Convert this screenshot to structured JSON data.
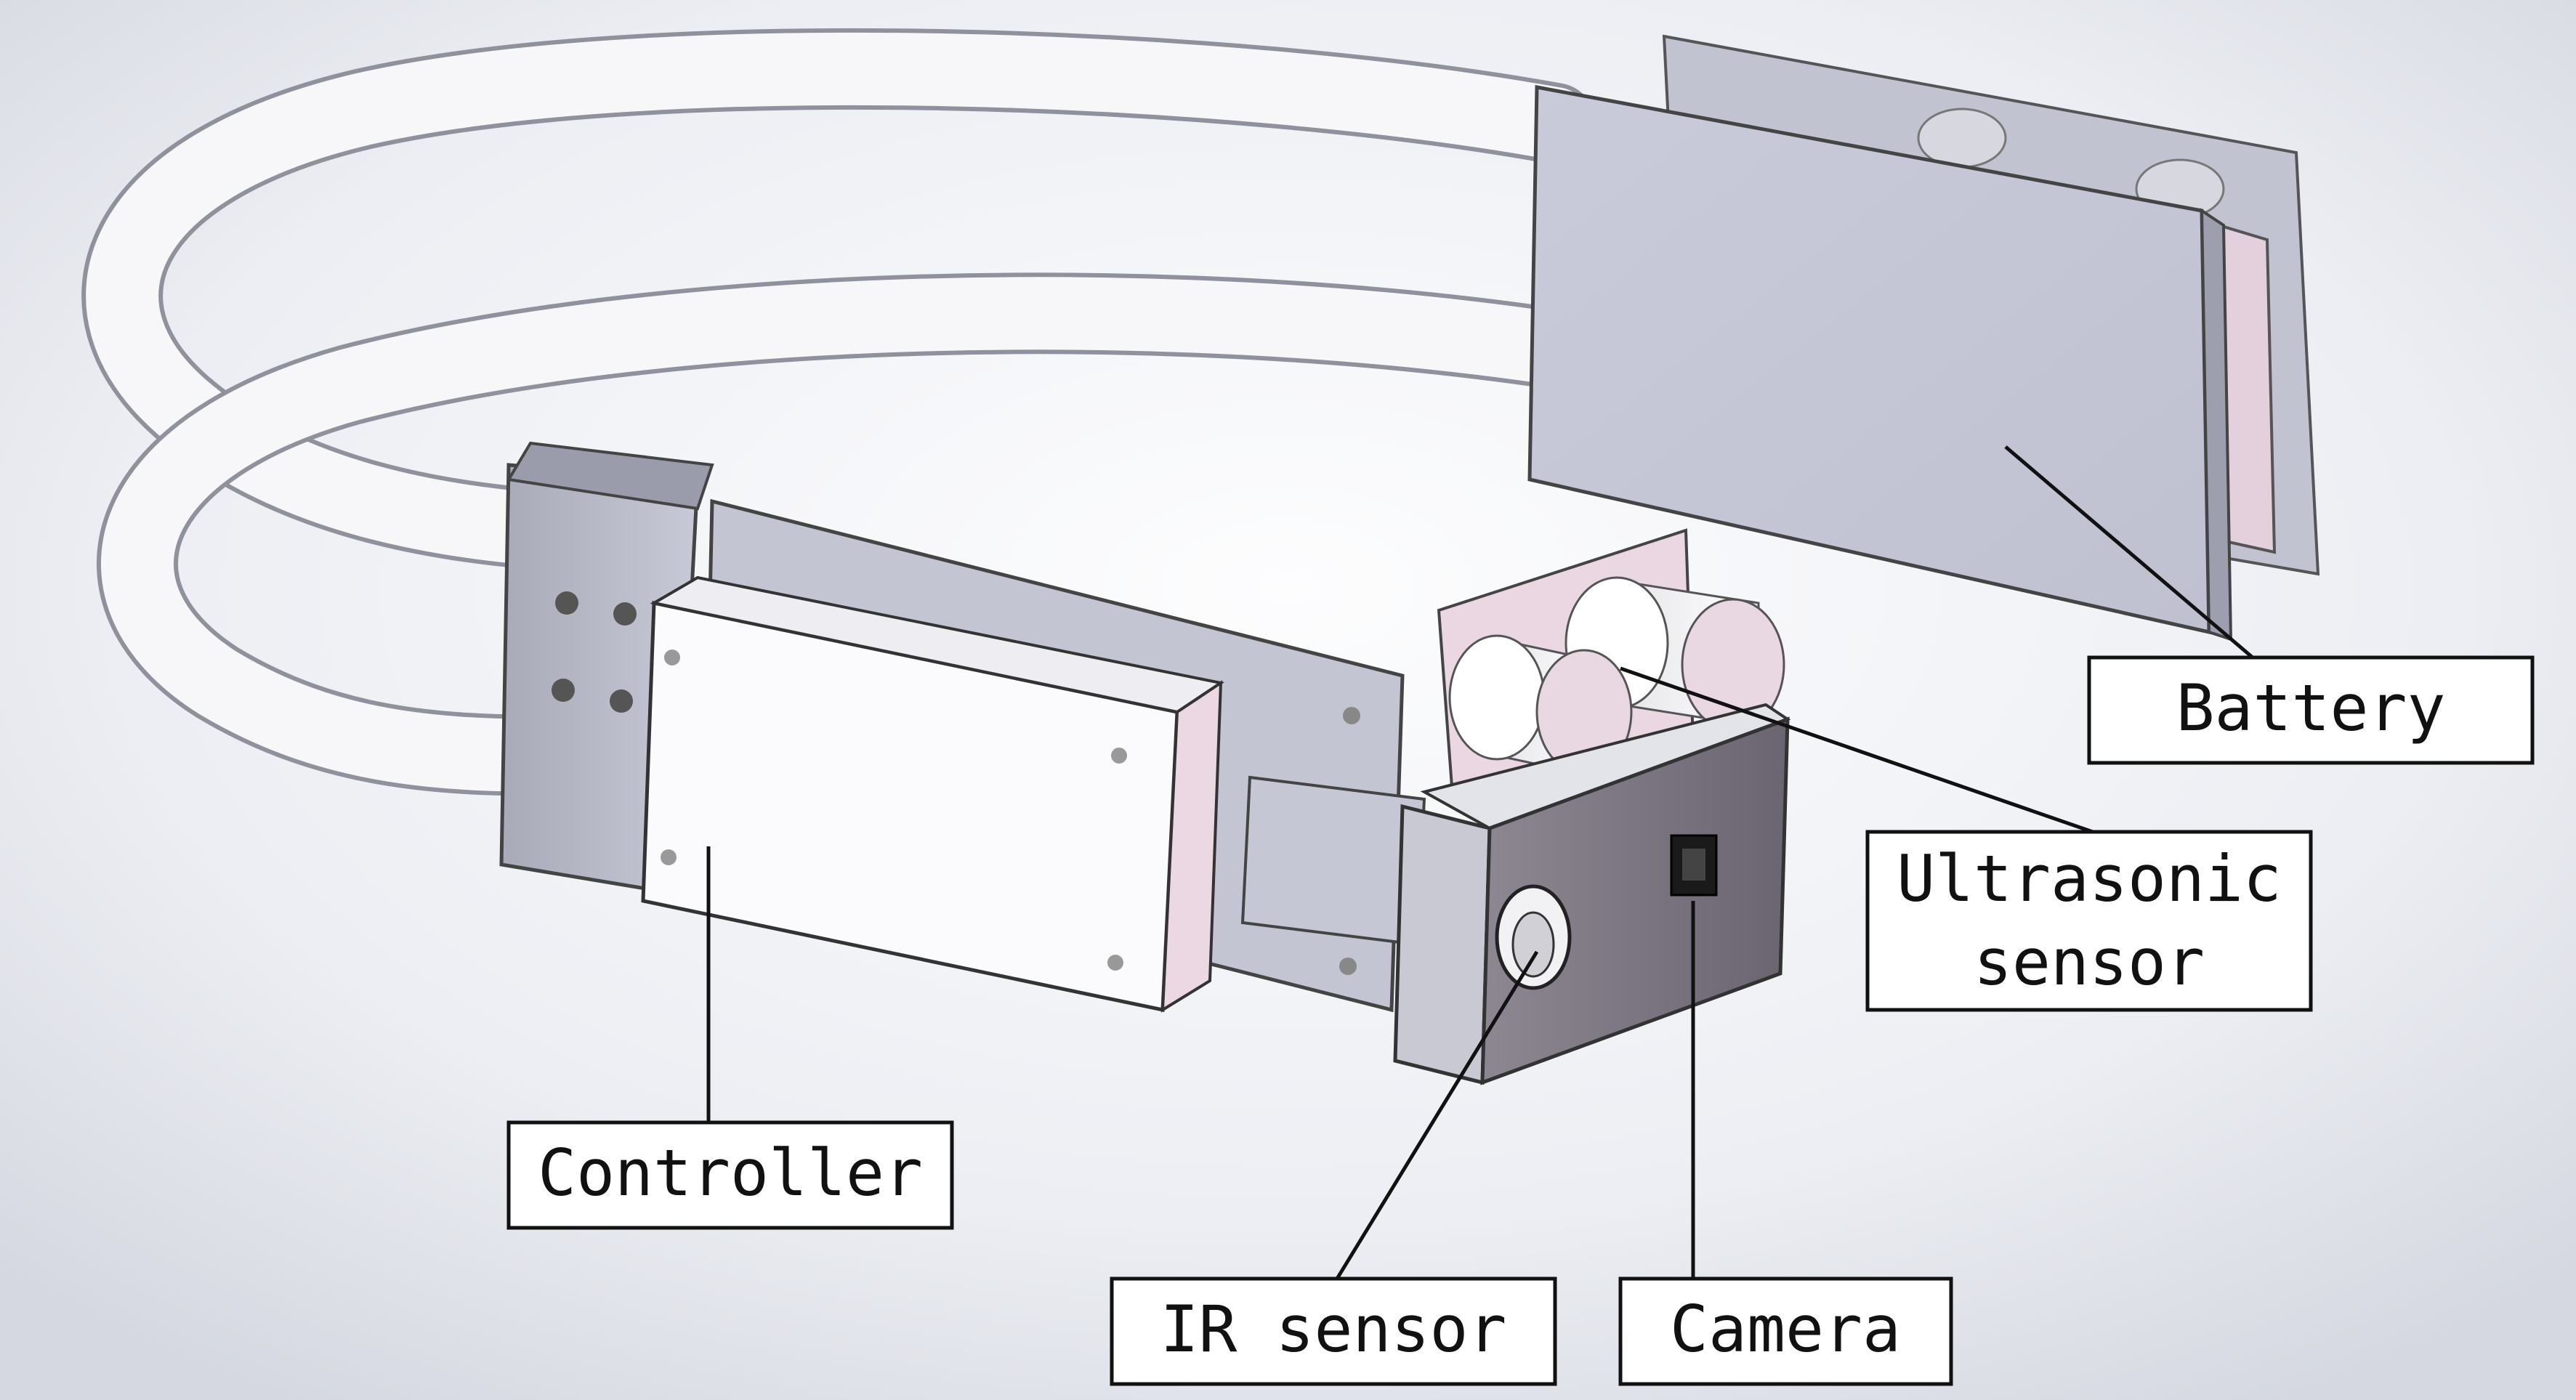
{
  "labels": {
    "battery": "Battery",
    "ultrasonic_line1": "Ultrasonic",
    "ultrasonic_line2": "sensor",
    "controller": "Controller",
    "ir_sensor": "IR sensor",
    "camera": "Camera"
  },
  "colors": {
    "background_light": "#f7f8fb",
    "background_shade": "#d8dbe3",
    "body_white": "#fbfbfd",
    "body_outline": "#333333",
    "plate_grey": "#c9cad8",
    "plate_dark": "#8d8e9e",
    "pink_face": "#ead7e2",
    "sensor_dark": "#6f6a77",
    "tube": "#f4f4f6"
  }
}
